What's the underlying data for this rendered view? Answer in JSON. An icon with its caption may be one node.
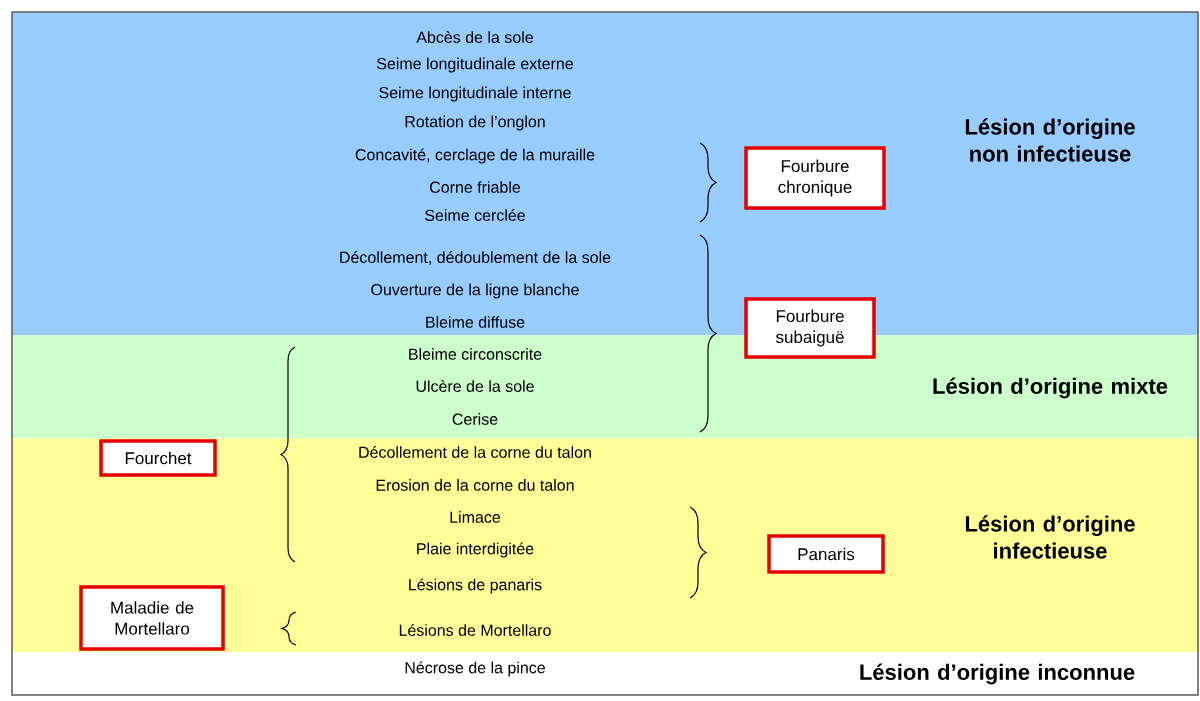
{
  "diagram": {
    "nodes": [
      {
        "text": [
          "Lésion d’origine non infectieuse"
        ]
      },
      {
        "text": [
          "Lésion d’origine mixte"
        ]
      },
      {
        "text": [
          "Lésion d’origine infectieuse"
        ]
      },
      {
        "text": [
          "Lésion d’origine inconnue"
        ]
      },
      {
        "text": [
          "Fourbure chronique"
        ],
        "in": 0
      },
      {
        "text": [
          "Fourbure subaiguë"
        ]
      },
      {
        "text": [
          "Fourchet"
        ],
        "in": 2
      },
      {
        "text": [
          "Panaris"
        ],
        "in": 2
      },
      {
        "text": [
          "Maladie de Mortellaro"
        ],
        "in": 2
      }
    ],
    "labels": [
      "Abcès de la sole",
      "Seime longitudinale externe",
      "Seime longitudinale interne",
      "Rotation de l’onglon",
      "Concavité, cerclage de la muraille",
      "Corne friable",
      "Seime cerclée",
      "Décollement, dédoublement de la sole",
      "Ouverture de la ligne blanche",
      "Bleime diffuse",
      "Bleime circonscrite",
      "Ulcère de la sole",
      "Cerise",
      "Décollement de la corne du talon",
      "Erosion de la corne du talon",
      "Limace",
      "Plaie interdigitée",
      "Lésions de panaris",
      "Lésions de Mortellaro",
      "Nécrose de la pince"
    ]
  }
}
